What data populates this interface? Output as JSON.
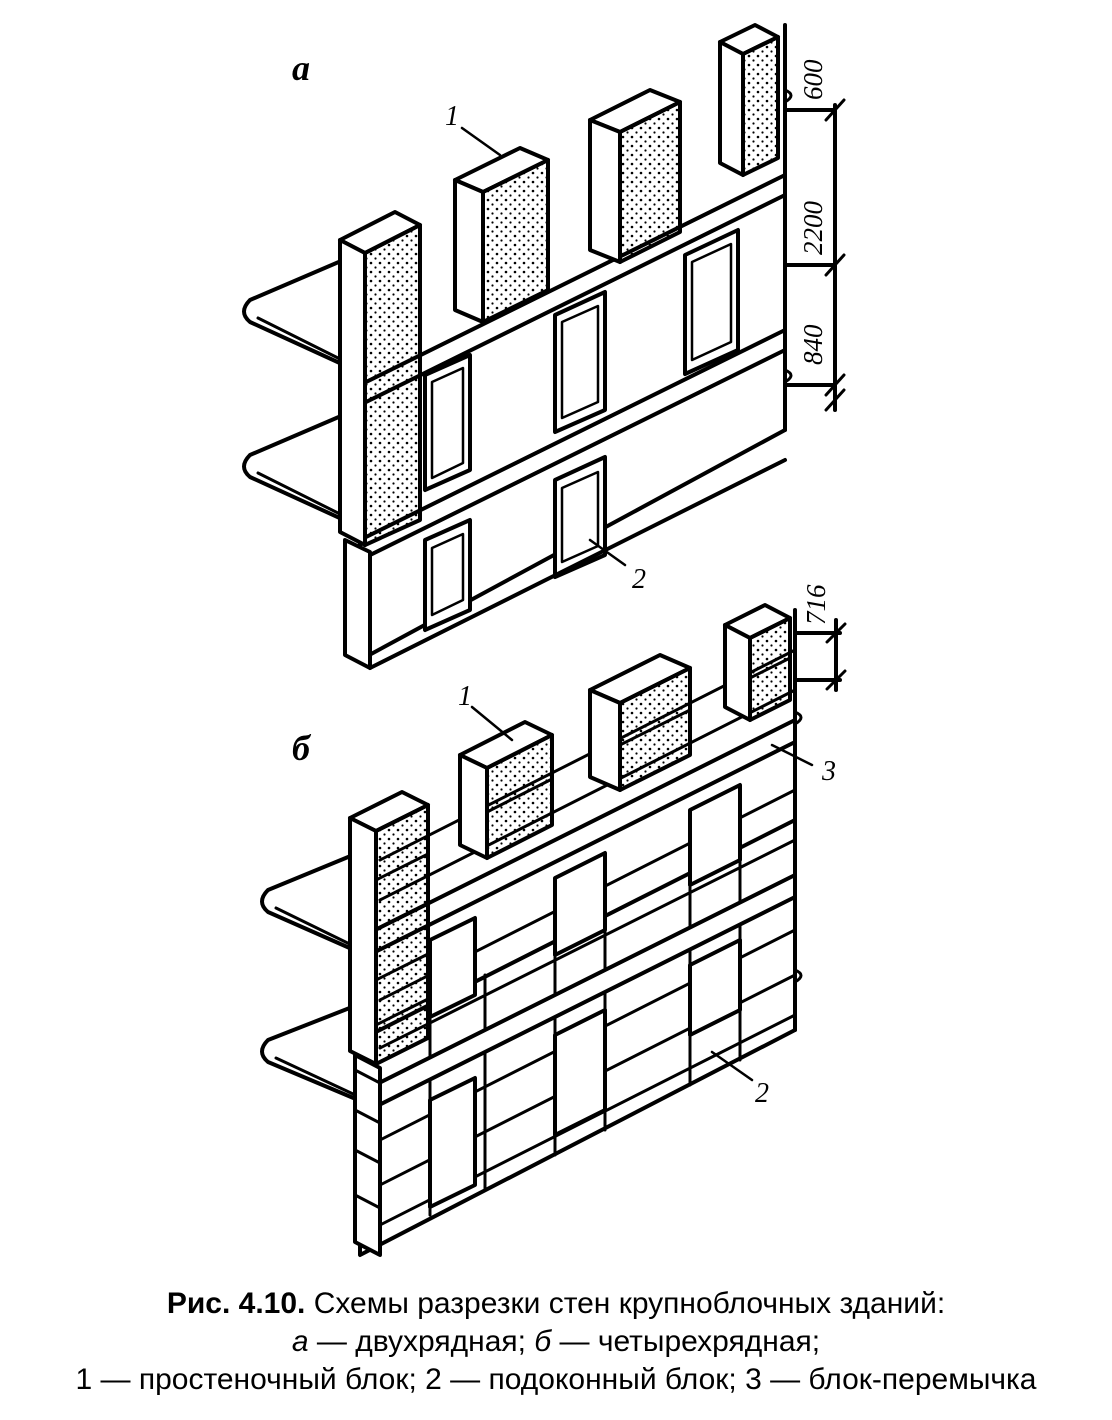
{
  "figure": {
    "panel_a_label": "а",
    "panel_b_label": "б",
    "callouts_a": [
      "1",
      "2"
    ],
    "callouts_b": [
      "1",
      "2",
      "3"
    ],
    "dimensions_a": [
      "600",
      "2200",
      "840"
    ],
    "dimensions_b": [
      "716"
    ]
  },
  "caption": {
    "fig_number": "Рис. 4.10.",
    "title": " Схемы разрезки стен крупноблочных зданий:",
    "a_key": "а",
    "a_text": " — двухрядная; ",
    "b_key": "б",
    "b_text": " — четырехрядная;",
    "legend": "1 — простеночный блок; 2 — подоконный блок; 3 — блок-перемычка"
  }
}
